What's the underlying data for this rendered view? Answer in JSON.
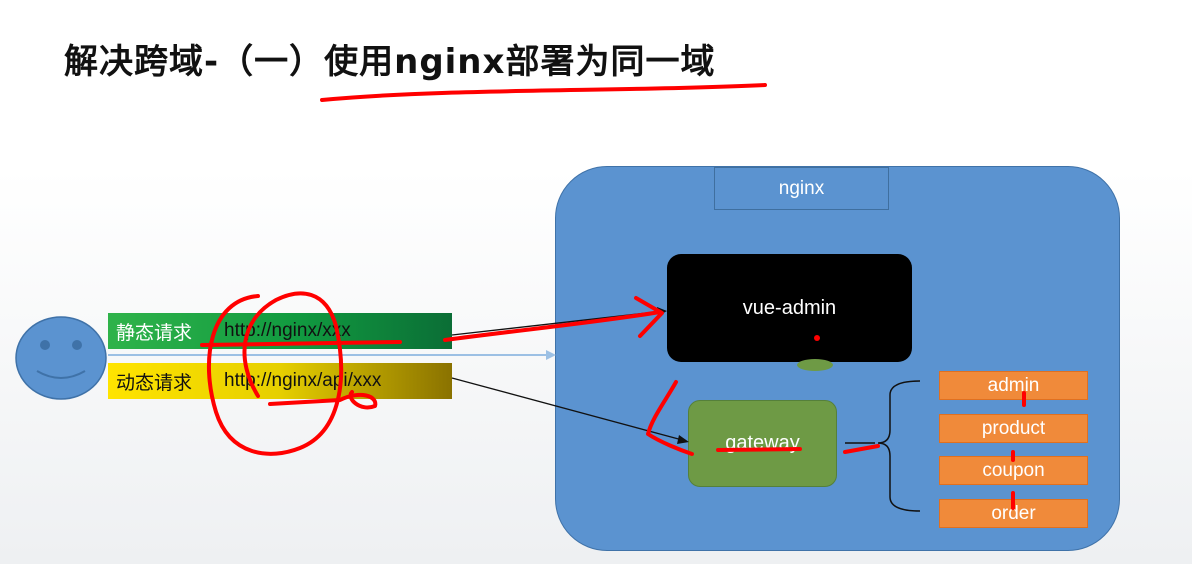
{
  "title": "解决跨域-（一）使用nginx部署为同一域",
  "nginx": {
    "label": "nginx",
    "vue_admin": "vue-admin",
    "gateway": "gateway",
    "services": [
      "admin",
      "product",
      "coupon",
      "order"
    ]
  },
  "requests": {
    "static": {
      "label": "静态请求",
      "url": "http://nginx/xxx"
    },
    "dynamic": {
      "label": "动态请求",
      "url": "http://nginx/api/xxx"
    }
  },
  "colors": {
    "nginx_bg": "#5b93d0",
    "gateway_bg": "#6e9a45",
    "service_bg": "#f08a3a",
    "annotation_red": "#ff0000"
  }
}
